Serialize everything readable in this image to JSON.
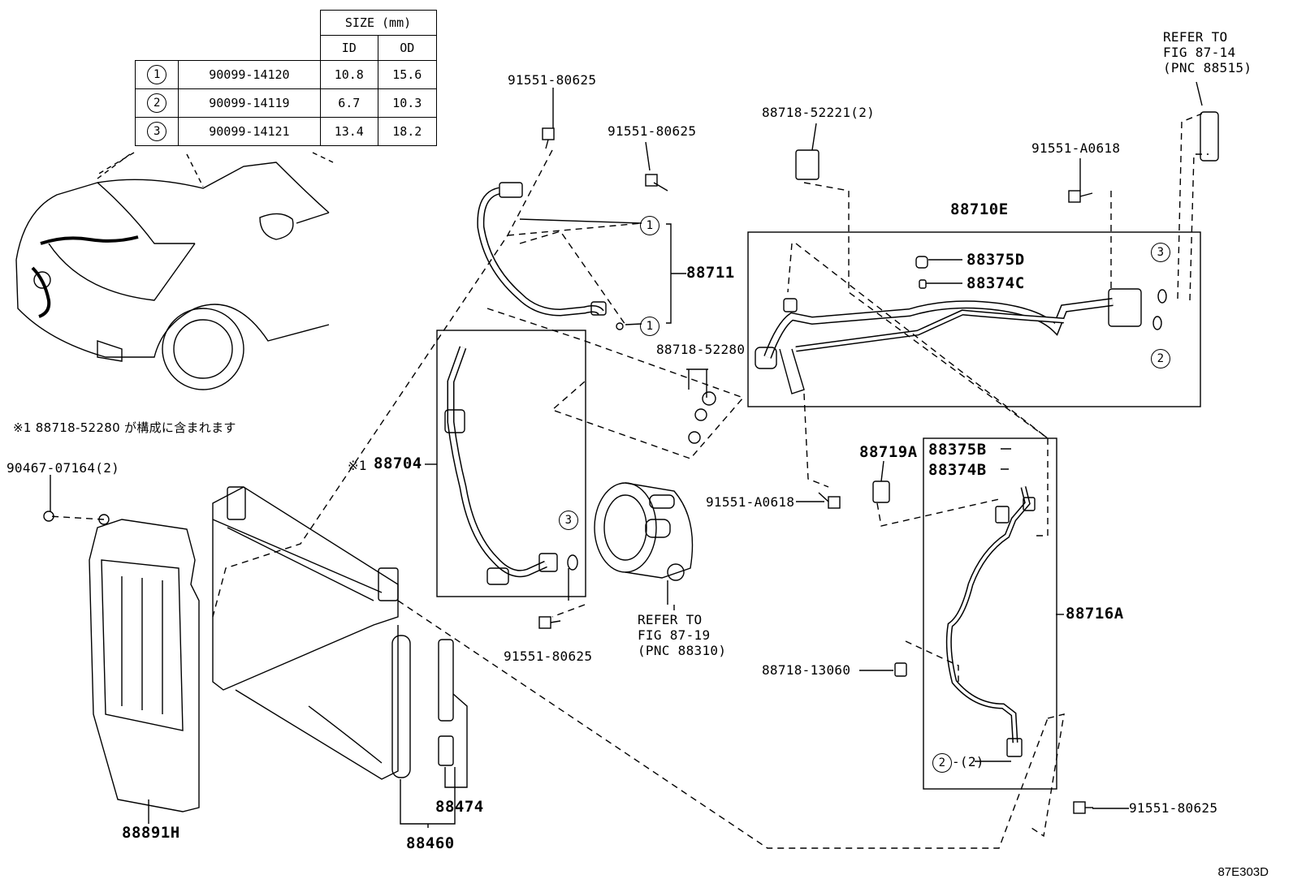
{
  "size_table": {
    "header": "SIZE (mm)",
    "col_id": "ID",
    "col_od": "OD",
    "rows": [
      {
        "ref": "1",
        "part": "90099-14120",
        "id": "10.8",
        "od": "15.6"
      },
      {
        "ref": "2",
        "part": "90099-14119",
        "id": "6.7",
        "od": "10.3"
      },
      {
        "ref": "3",
        "part": "90099-14121",
        "id": "13.4",
        "od": "18.2"
      }
    ]
  },
  "note": "※1 88718-52280 が構成に含まれます",
  "parts": {
    "p91551_80625_a": "91551-80625",
    "p91551_80625_b": "91551-80625",
    "p91551_80625_c": "91551-80625",
    "p91551_80625_d": "91551-80625",
    "p88718_52221": "88718-52221(2)",
    "p91551_A0618_a": "91551-A0618",
    "p91551_A0618_b": "91551-A0618",
    "p88710E": "88710E",
    "p88375D": "88375D",
    "p88374C": "88374C",
    "p88711": "88711",
    "p88718_52280": "88718-52280",
    "p88704_mark": "※1",
    "p88704": "88704",
    "p88719A": "88719A",
    "p88375B": "88375B",
    "p88374B": "88374B",
    "p88716A": "88716A",
    "p88718_13060": "88718-13060",
    "p90467_07164": "90467-07164(2)",
    "p88891H": "88891H",
    "p88474": "88474",
    "p88460": "88460",
    "two_qty": "-(2)"
  },
  "refs": {
    "top_right": [
      "REFER TO",
      "FIG 87-14",
      "(PNC 88515)"
    ],
    "compressor": [
      "REFER TO",
      "FIG 87-19",
      "(PNC 88310)"
    ]
  },
  "callouts": {
    "one": "1",
    "two": "2",
    "three": "3"
  },
  "figure_code": "87E303D"
}
